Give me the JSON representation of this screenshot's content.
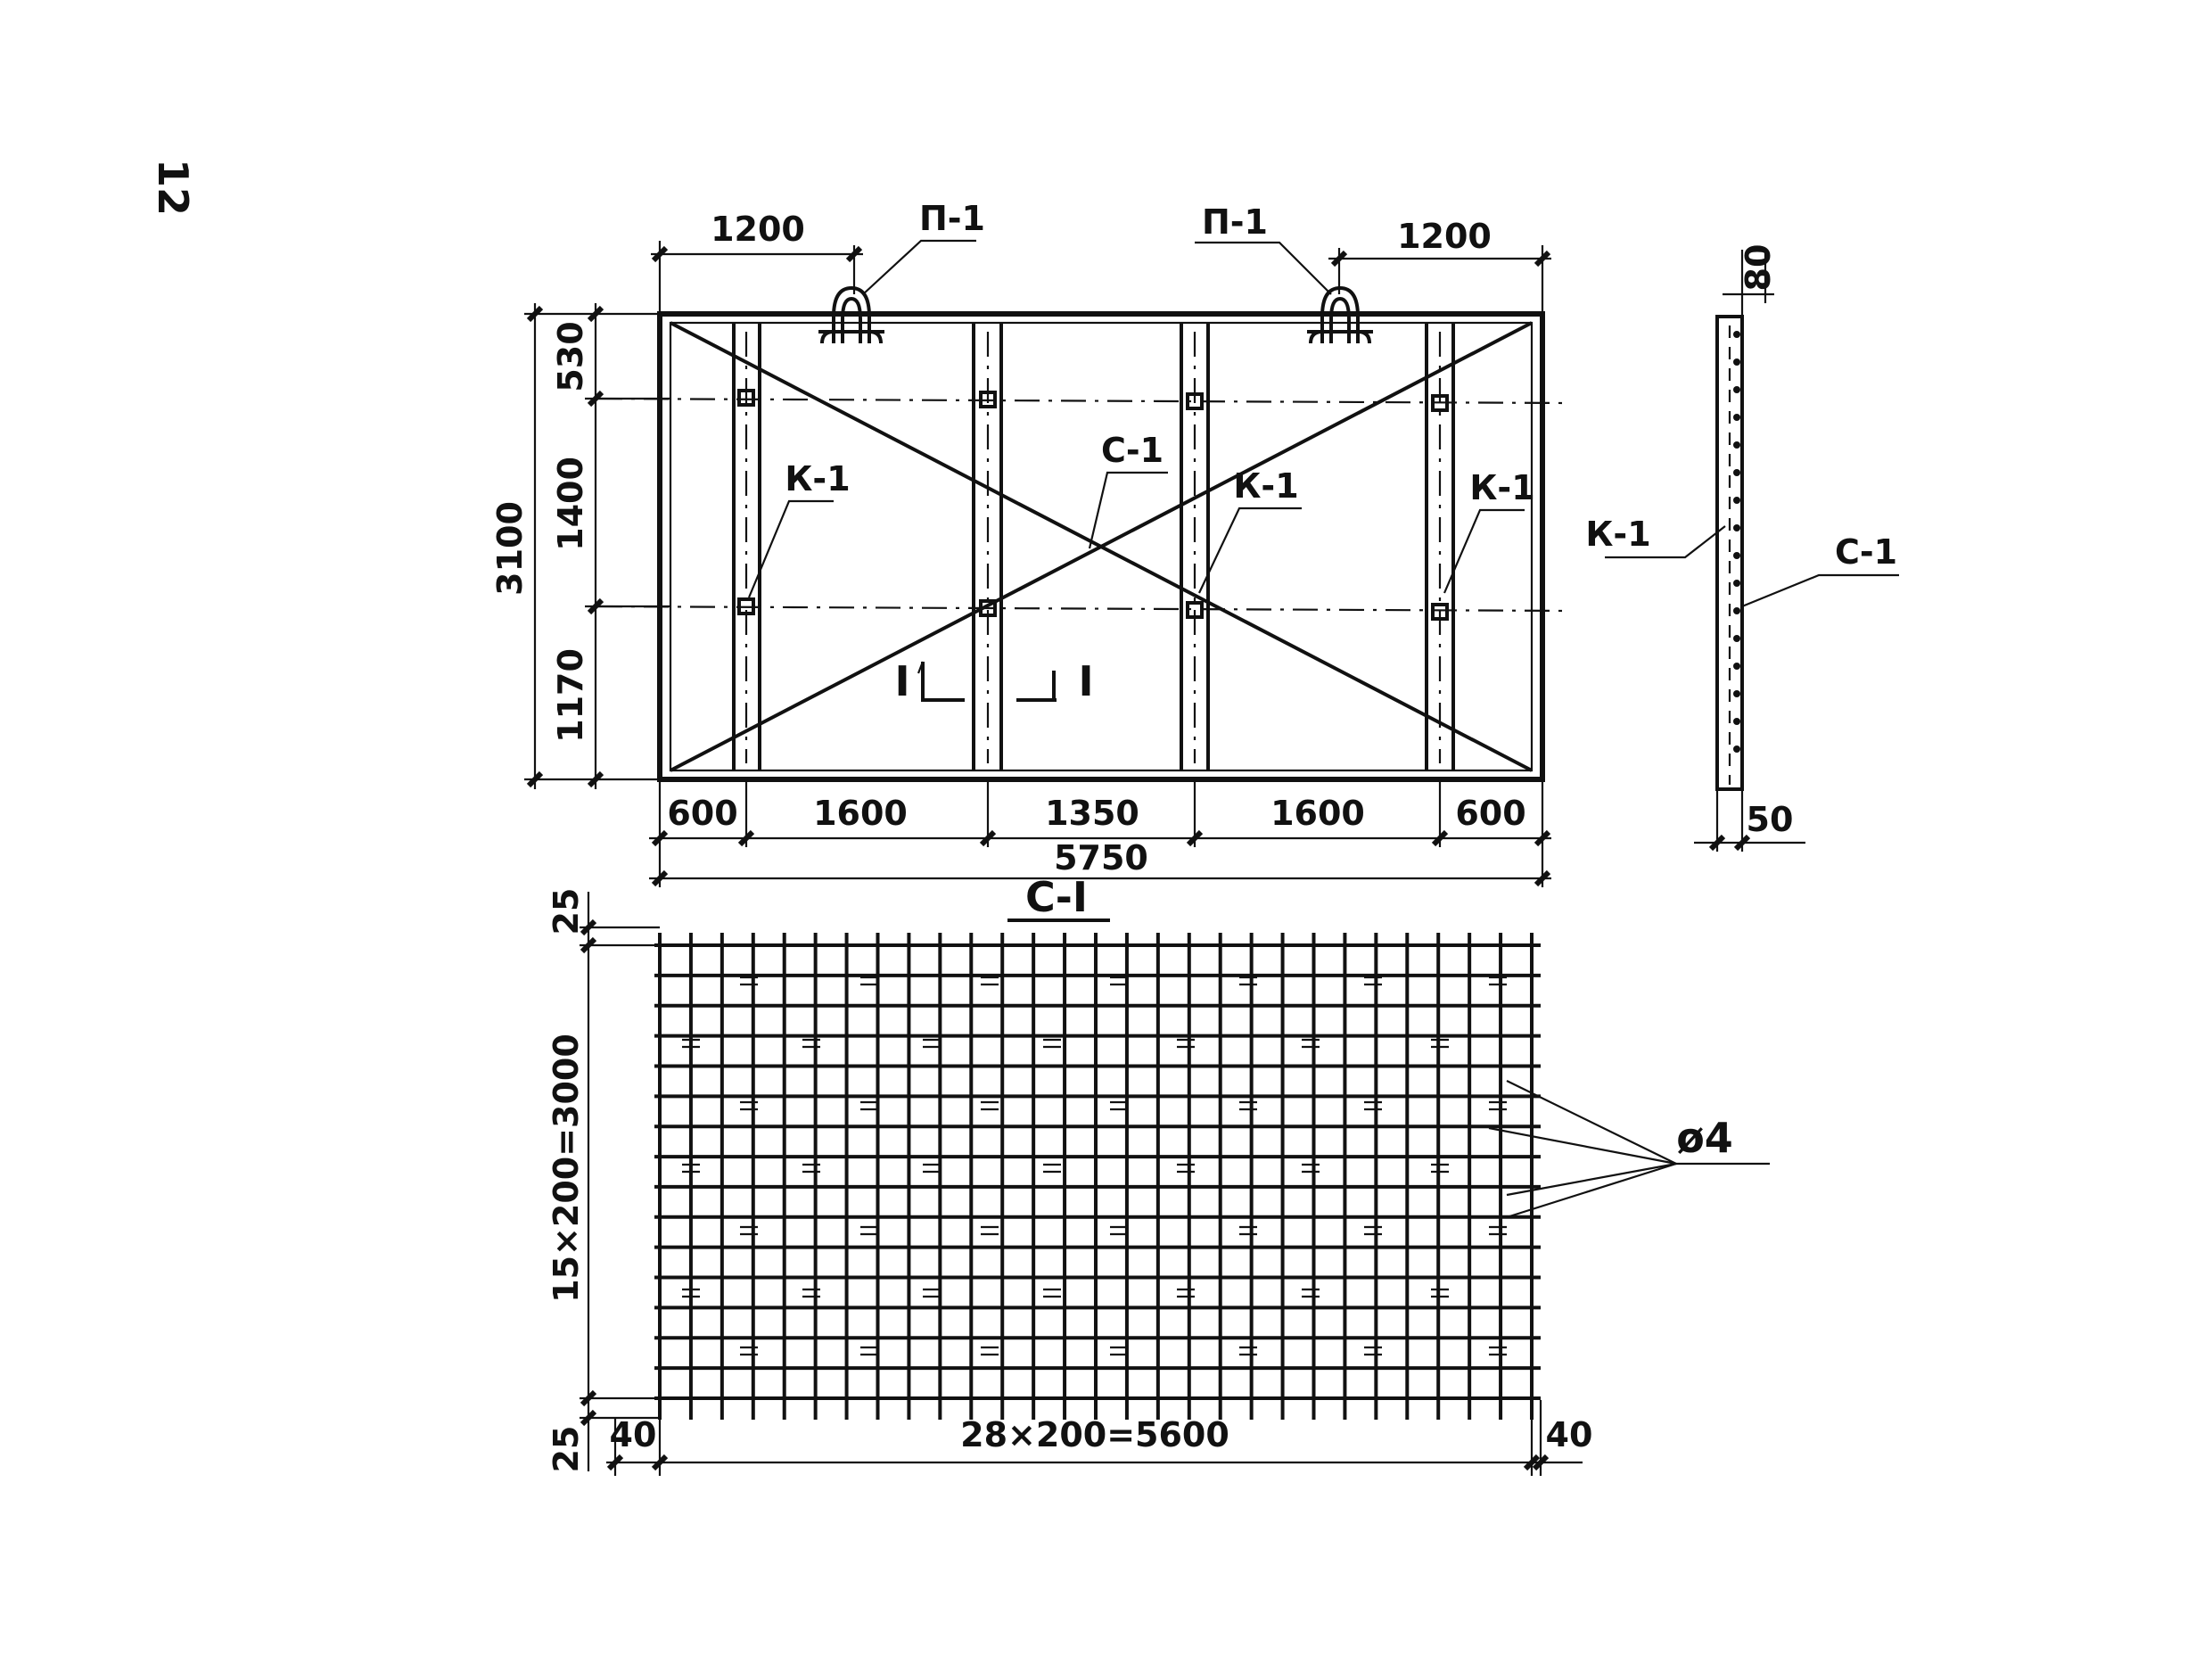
{
  "page_number": "12",
  "frame_view": {
    "top_dims": [
      "1200",
      "1200"
    ],
    "lift_loop_label": "П-1",
    "left_dims": [
      "530",
      "1400",
      "1170"
    ],
    "overall_height": "3100",
    "bottom_dims": [
      "600",
      "1600",
      "1350",
      "1600",
      "600"
    ],
    "overall_width": "5750",
    "label_k1": "К-1",
    "label_c1": "С-1",
    "section_mark": "I"
  },
  "side_view": {
    "top_dim": "80",
    "bottom_dim": "50",
    "label_k1": "К-1",
    "label_c1": "С-1"
  },
  "mesh_view": {
    "title": "С-I",
    "left_dims": [
      "25",
      "15×200=3000",
      "25"
    ],
    "bottom_dims": [
      "40",
      "28×200=5600",
      "40"
    ],
    "bar_label": "ø4"
  }
}
